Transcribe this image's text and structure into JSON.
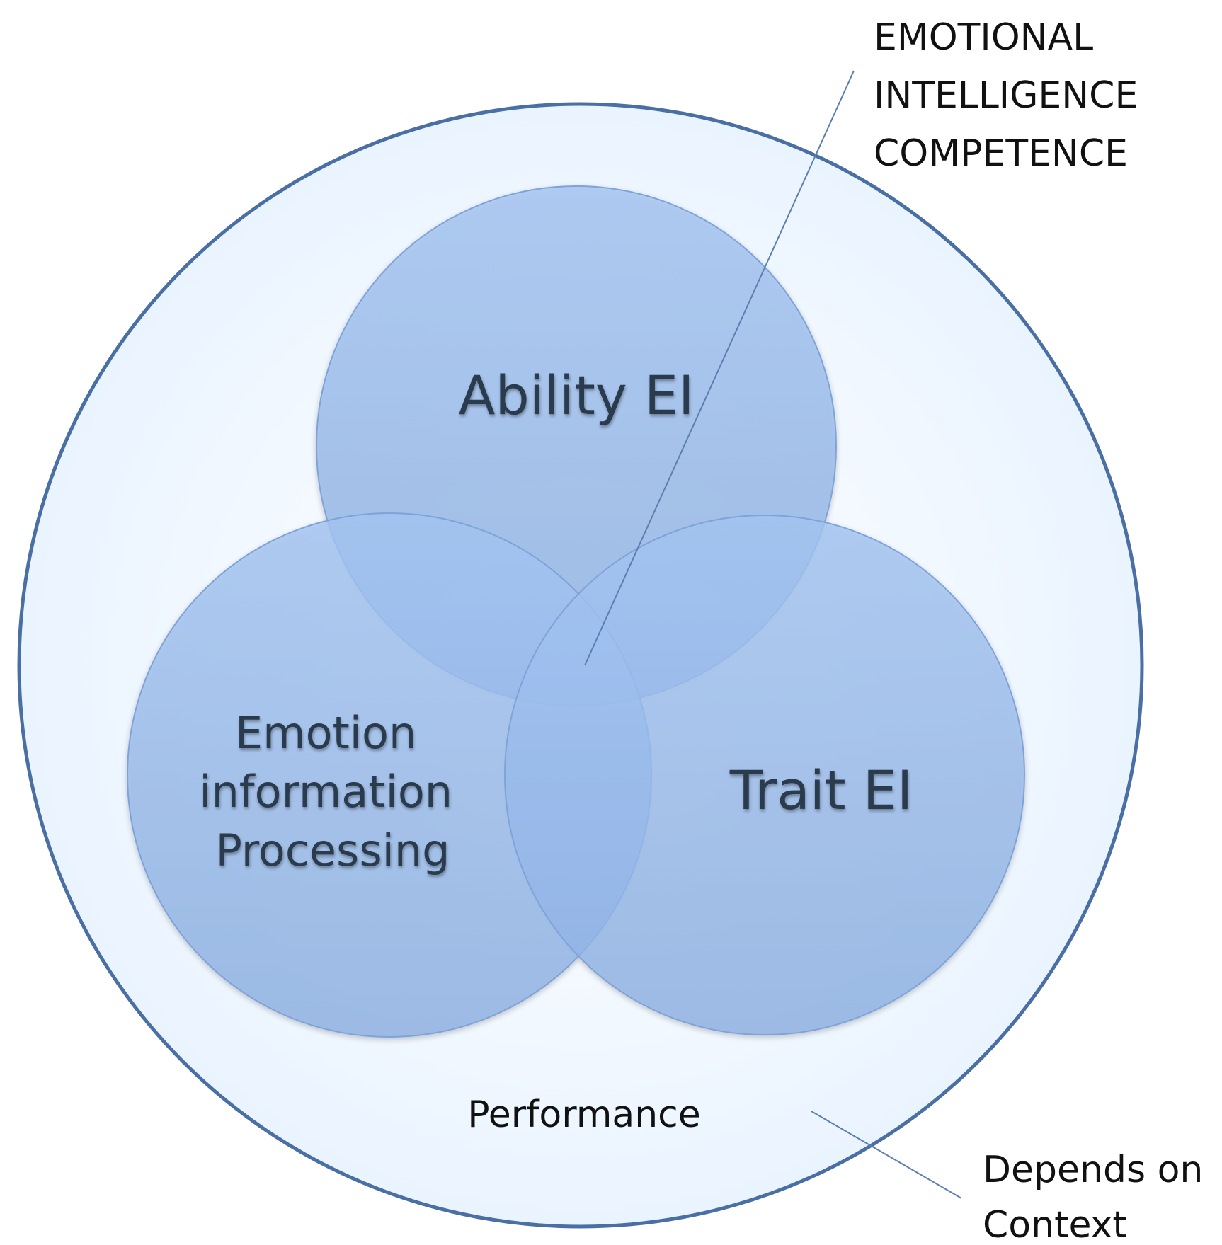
{
  "diagram": {
    "circles": {
      "ability": {
        "label": "Ability EI"
      },
      "emotion_processing": {
        "label_lines": [
          "Emotion",
          "information",
          "Processing"
        ]
      },
      "trait": {
        "label": "Trait EI"
      }
    },
    "outer": {
      "label": "Performance"
    },
    "annotations": {
      "competence": {
        "lines": [
          "EMOTIONAL",
          "INTELLIGENCE",
          "COMPETENCE"
        ]
      },
      "context": {
        "lines": [
          "Depends on",
          "Context"
        ]
      }
    },
    "colors": {
      "outer_fill": "#f3f9ff",
      "outer_stroke": "#4a6fa5",
      "circle_fill": "#8fb4e8",
      "circle_stroke": "#7a9fd6",
      "text_dark": "#2b3a4d",
      "text_black": "#111111",
      "leader_line": "#5b7fb3"
    }
  }
}
